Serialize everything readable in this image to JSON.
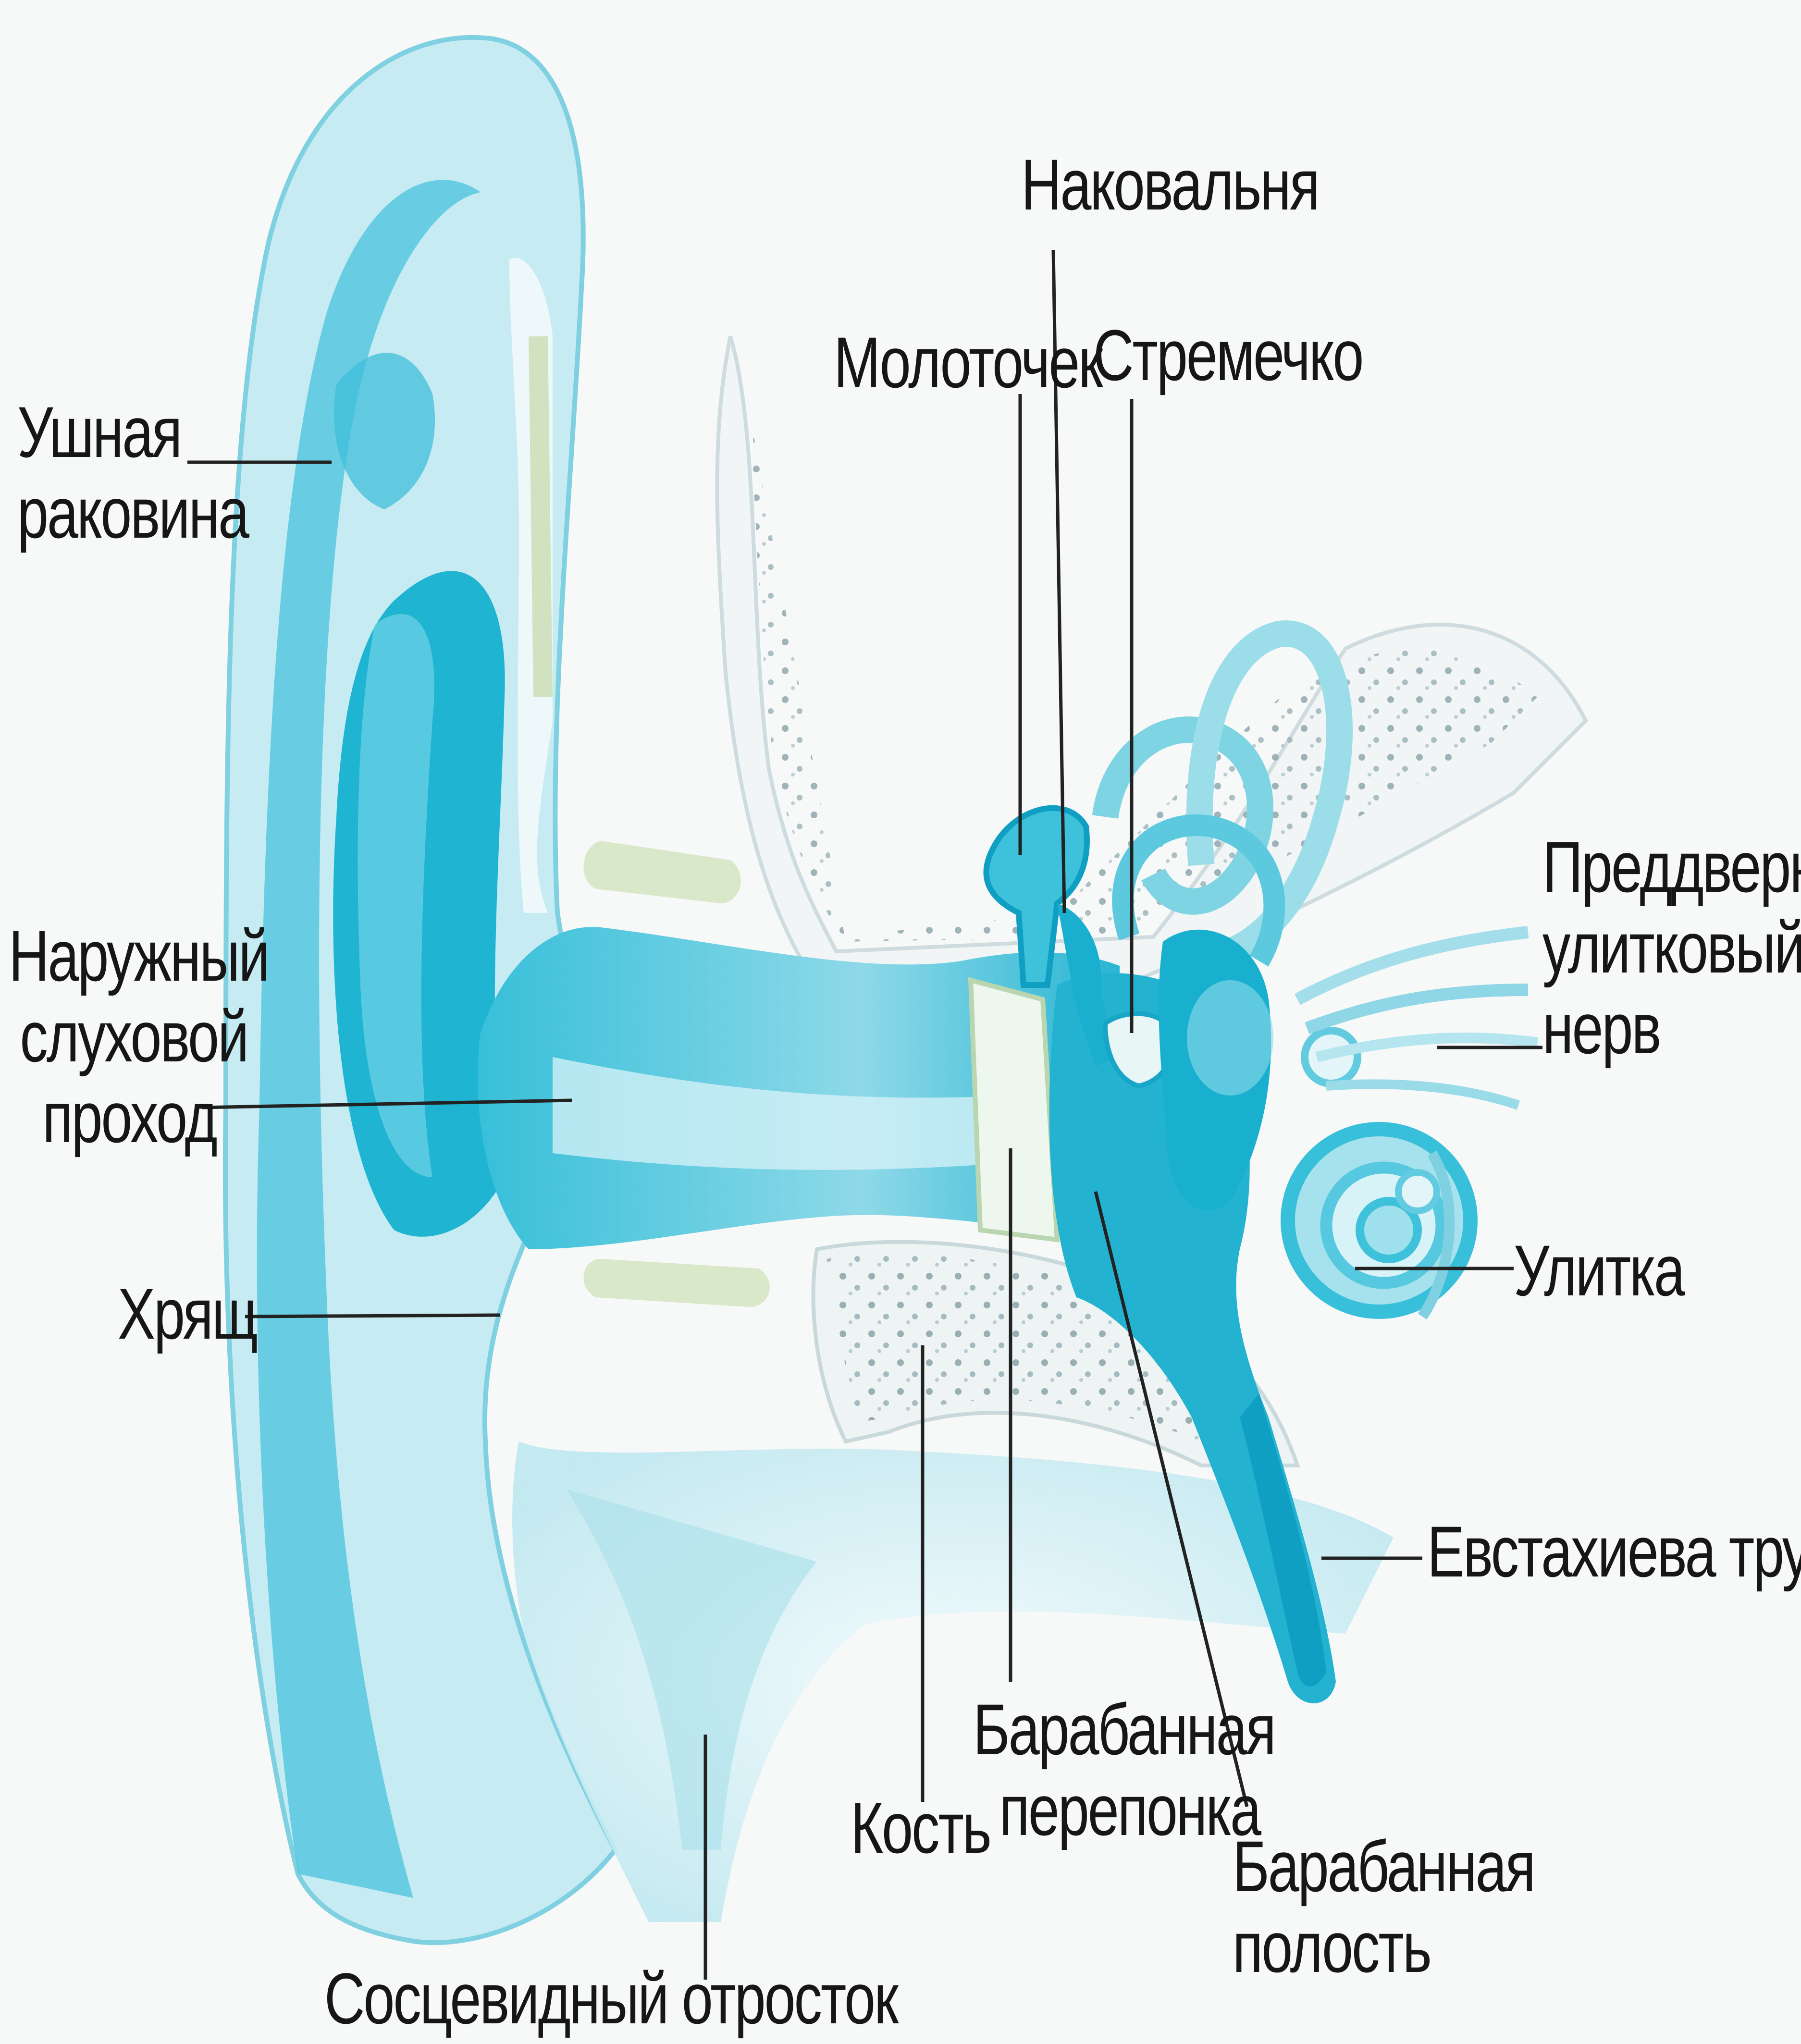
{
  "diagram": {
    "colors": {
      "background": "#f7f8f8",
      "tissue_light": "#bfe8f0",
      "tissue_mid": "#66cde0",
      "tissue_dark": "#1cb0cf",
      "bone_dots": "#8fa7ad",
      "cartilage": "#d9e8c8",
      "leader_line": "#222222",
      "label_text": "#161616"
    },
    "labels": {
      "auricle": [
        "Ушная",
        "раковина"
      ],
      "ear_canal": [
        "Наружный",
        "слуховой",
        "проход"
      ],
      "cartilage": "Хрящ",
      "mastoid": "Сосцевидный отросток",
      "bone": "Кость",
      "eardrum": [
        "Барабанная",
        "перепонка"
      ],
      "tympanic_cavity": [
        "Барабанная",
        "полость"
      ],
      "eustachian_tube": "Евстахиева труба",
      "cochlea": "Улитка",
      "vestibulocochlear_nerve": [
        "Преддверно-",
        "улитковый",
        "нерв"
      ],
      "malleus": "Молоточек",
      "incus": "Наковальня",
      "stapes": "Стремечко"
    }
  }
}
